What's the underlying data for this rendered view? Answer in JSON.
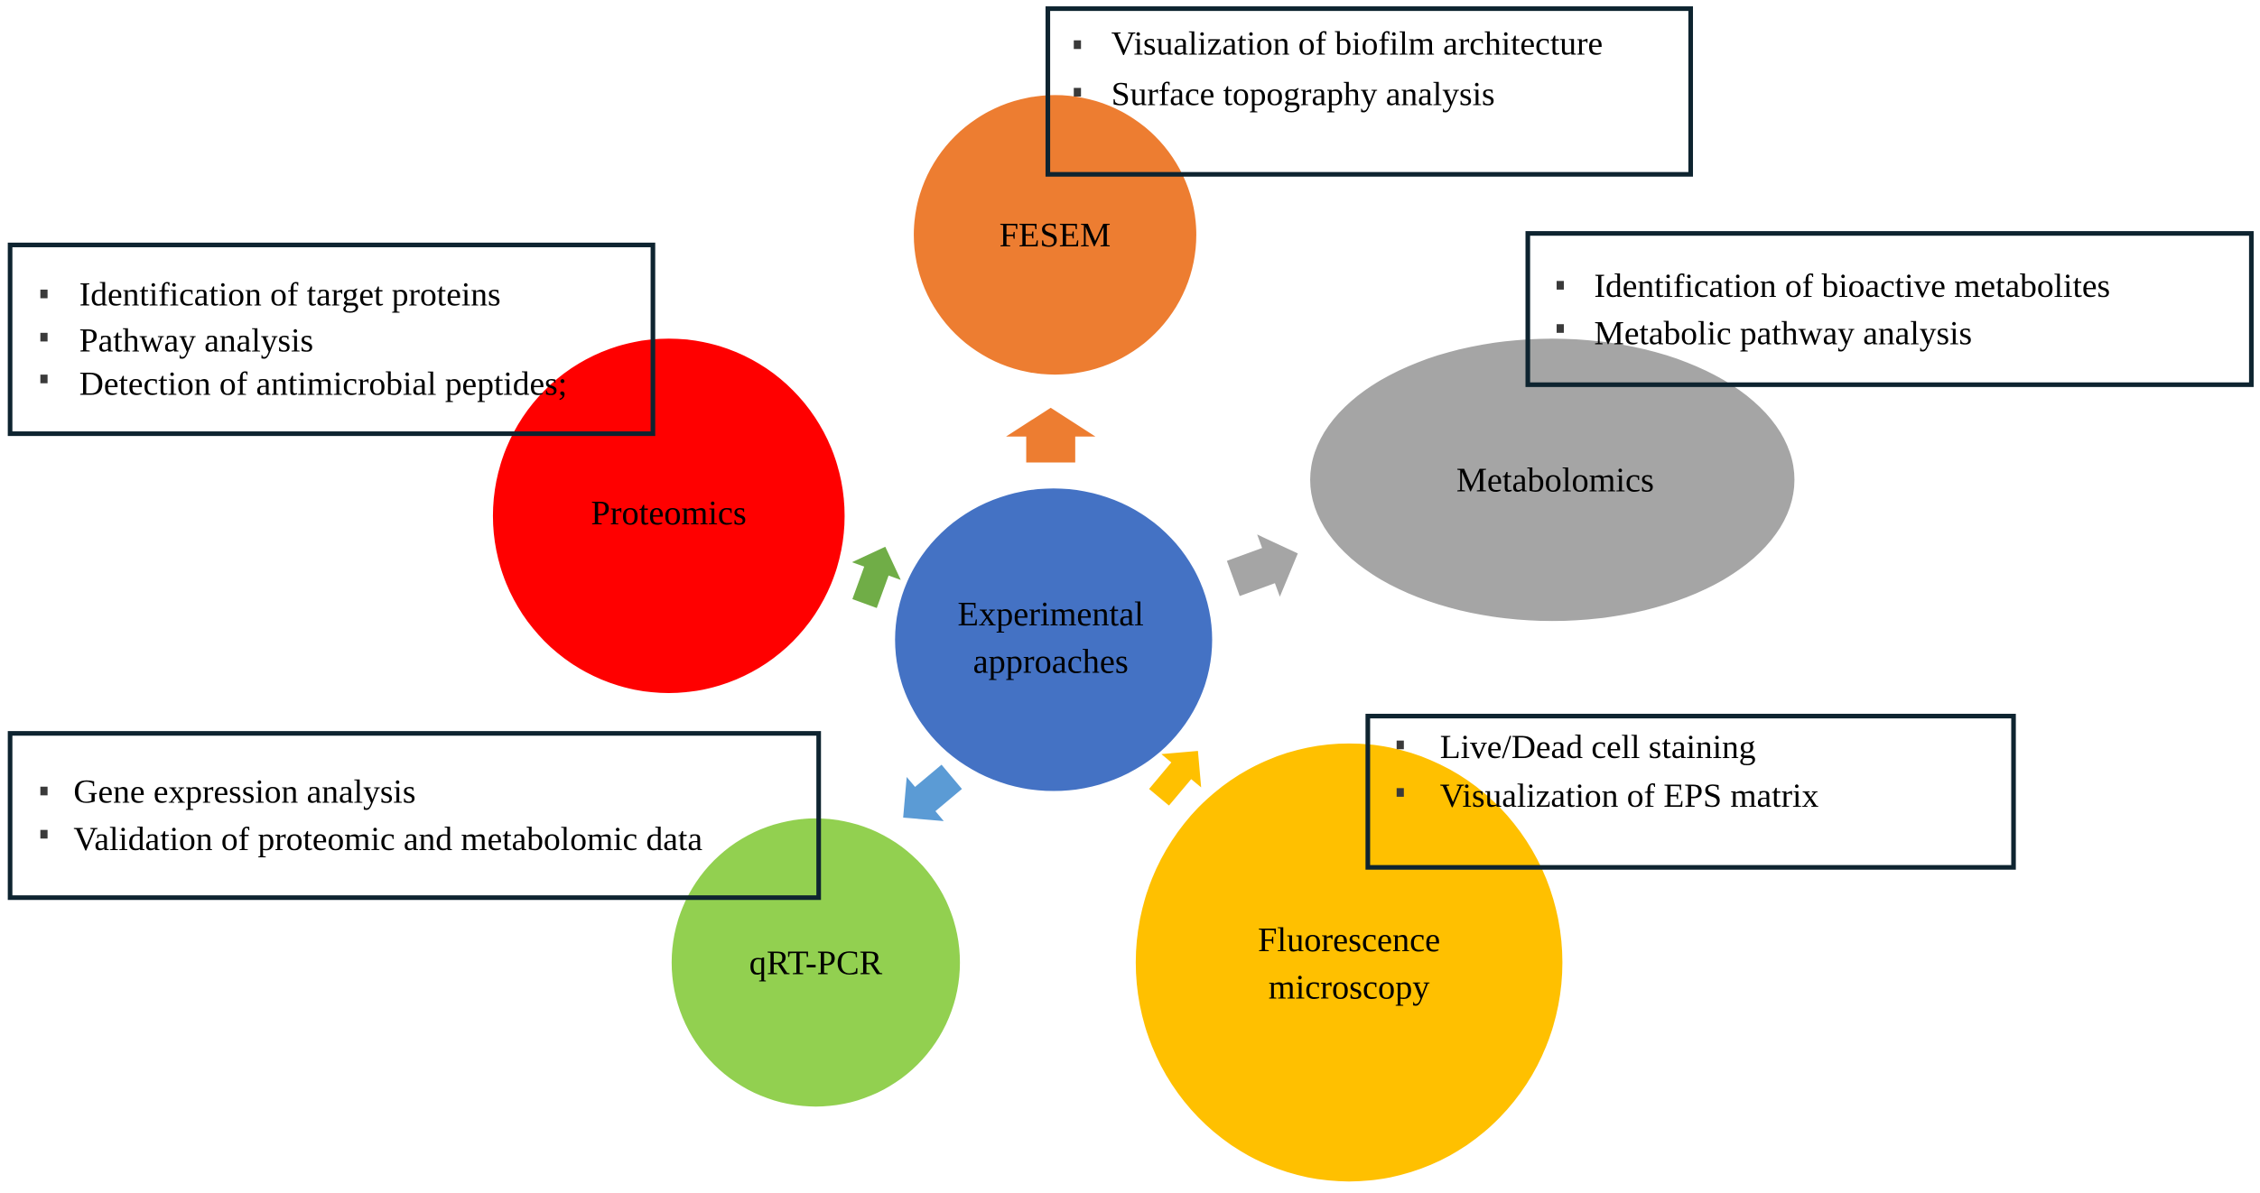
{
  "title": "Experimental approaches",
  "center": {
    "label_lines": [
      "Experimental",
      "approaches"
    ],
    "color": "#4472c4"
  },
  "nodes": [
    {
      "id": "fesem",
      "label_lines": [
        "FESEM"
      ],
      "color": "#ed7d31",
      "arrow_color": "#ed7d31",
      "details": [
        "Visualization of biofilm architecture",
        "Surface topography analysis"
      ]
    },
    {
      "id": "proteomics",
      "label_lines": [
        "Proteomics"
      ],
      "color": "#ff0000",
      "arrow_color": "#70ad47",
      "details": [
        "Identification of target proteins",
        "Pathway analysis",
        "Detection of antimicrobial peptides;"
      ]
    },
    {
      "id": "metabolomics",
      "label_lines": [
        "Metabolomics"
      ],
      "color": "#a5a5a5",
      "arrow_color": "#a5a5a5",
      "details": [
        "Identification of bioactive metabolites",
        "Metabolic pathway analysis"
      ]
    },
    {
      "id": "qrtpcr",
      "label_lines": [
        "qRT-PCR"
      ],
      "color": "#92d050",
      "arrow_color": "#5b9bd5",
      "details": [
        "Gene expression analysis",
        "Validation of proteomic and metabolomic data"
      ]
    },
    {
      "id": "fluorescence",
      "label_lines": [
        "Fluorescence",
        "microscopy"
      ],
      "color": "#ffc000",
      "arrow_color": "#ffc000",
      "details": [
        "Live/Dead cell staining",
        "Visualization of EPS matrix"
      ]
    }
  ],
  "box_border_color": "#0e2430",
  "bullet_icon": "square-bullet-icon"
}
